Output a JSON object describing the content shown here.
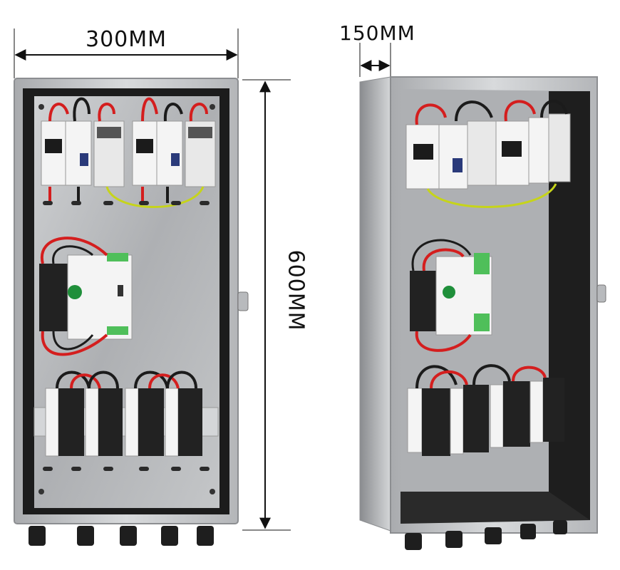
{
  "dimensions": {
    "width_label": "300MM",
    "depth_label": "150MM",
    "height_label": "600MM"
  },
  "colors": {
    "enclosure": "#c9cbce",
    "backplate": "#b9bbbe",
    "wire_red": "#d41e1e",
    "wire_black": "#1b1b1b",
    "wire_ground": "#c6d41a",
    "module_white": "#f4f4f4",
    "spd_black": "#222222",
    "switch_knob": "#1f8f3a",
    "terminal_green": "#4fbf5a"
  }
}
